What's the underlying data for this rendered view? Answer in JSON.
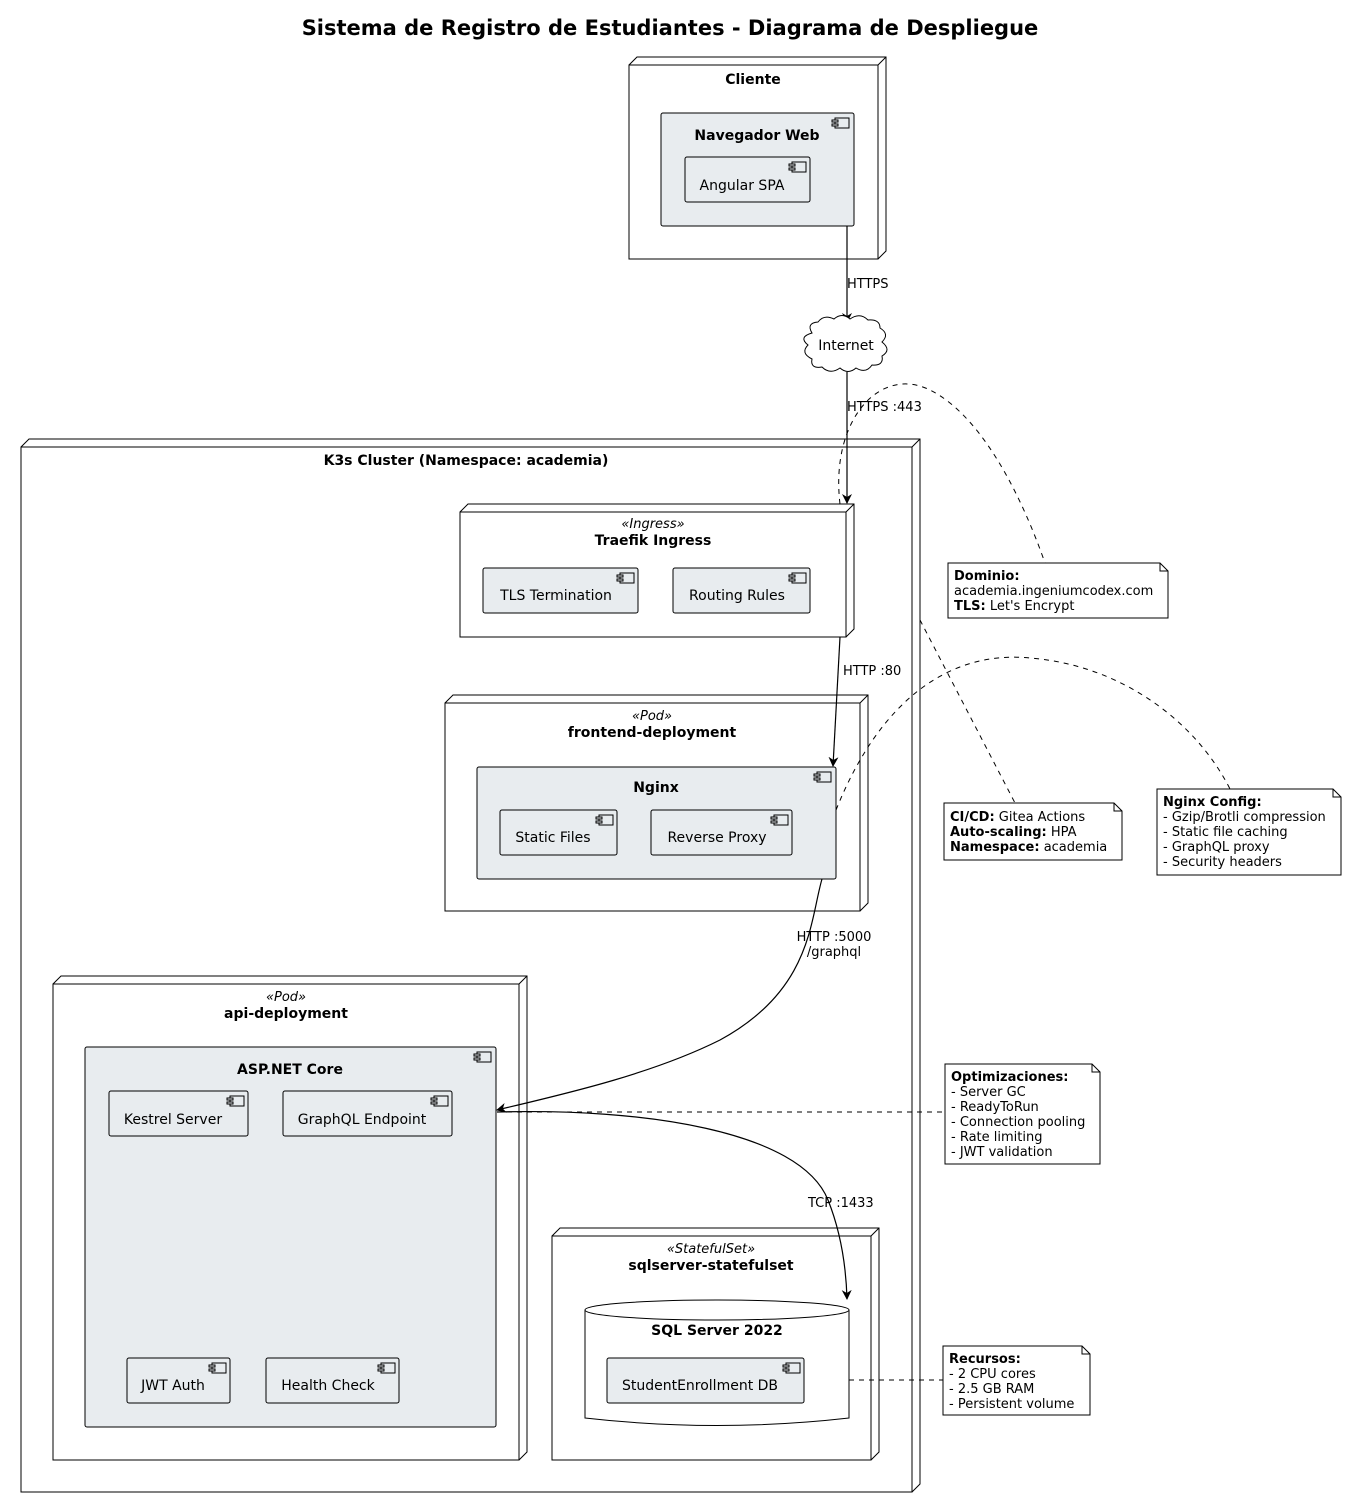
{
  "title": "Sistema de Registro de Estudiantes - Diagrama de Despliegue",
  "colors": {
    "component_fill": "#e8ecef",
    "line": "#000000",
    "background": "#ffffff"
  },
  "nodes": {
    "cliente": {
      "name": "Cliente"
    },
    "cluster": {
      "name": "K3s Cluster (Namespace: academia)"
    },
    "ingress": {
      "stereotype": "«Ingress»",
      "name": "Traefik Ingress"
    },
    "frontend": {
      "stereotype": "«Pod»",
      "name": "frontend-deployment"
    },
    "api": {
      "stereotype": "«Pod»",
      "name": "api-deployment"
    },
    "sqlserver": {
      "stereotype": "«StatefulSet»",
      "name": "sqlserver-statefulset"
    }
  },
  "components": {
    "navegador": "Navegador Web",
    "angular": "Angular SPA",
    "internet": "Internet",
    "tls": "TLS Termination",
    "routing": "Routing Rules",
    "nginx": "Nginx",
    "static_files": "Static Files",
    "reverse_proxy": "Reverse Proxy",
    "aspnet": "ASP.NET Core",
    "kestrel": "Kestrel Server",
    "graphql": "GraphQL Endpoint",
    "jwt": "JWT Auth",
    "health": "Health Check",
    "sql2022": "SQL Server 2022",
    "studentdb": "StudentEnrollment DB"
  },
  "edges": {
    "browser_internet": "HTTPS",
    "internet_ingress": "HTTPS :443",
    "ingress_nginx": "HTTP :80",
    "nginx_api_1": "HTTP :5000",
    "nginx_api_2": "/graphql",
    "api_sql": "TCP :1433"
  },
  "notes": {
    "dominio": {
      "l1_b": "Dominio:",
      "l2": "academia.ingeniumcodex.com",
      "l3_b": "TLS:",
      "l3": " Let's Encrypt"
    },
    "cicd": {
      "l1_b": "CI/CD:",
      "l1": " Gitea Actions",
      "l2_b": "Auto-scaling:",
      "l2": " HPA",
      "l3_b": "Namespace:",
      "l3": " academia"
    },
    "nginx_config": {
      "l1_b": "Nginx Config:",
      "l2": "- Gzip/Brotli compression",
      "l3": "- Static file caching",
      "l4": "- GraphQL proxy",
      "l5": "- Security headers"
    },
    "optimizaciones": {
      "l1_b": "Optimizaciones:",
      "l2": "- Server GC",
      "l3": "- ReadyToRun",
      "l4": "- Connection pooling",
      "l5": "- Rate limiting",
      "l6": "- JWT validation"
    },
    "recursos": {
      "l1_b": "Recursos:",
      "l2": "- 2 CPU cores",
      "l3": "- 2.5 GB RAM",
      "l4": "- Persistent volume"
    }
  }
}
